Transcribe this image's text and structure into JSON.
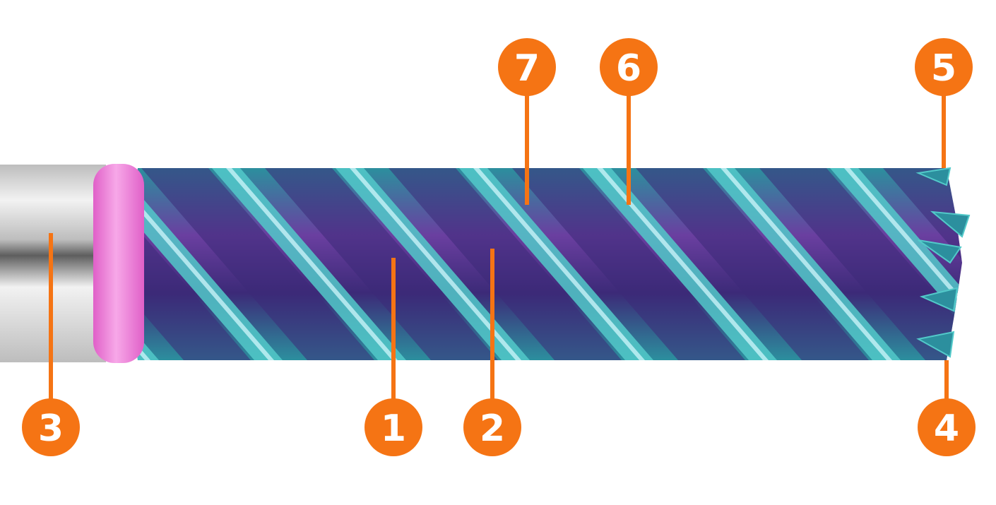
{
  "colors": {
    "callout": "#F57414",
    "callout_text": "#FFFFFF",
    "shank_light": "#F2F2F2",
    "shank_mid": "#BDBDBD",
    "shank_dark": "#5E5E5E",
    "ring": "#E060C8",
    "ring_light": "#F7A8E8",
    "coating_purple": "#6A3FA0",
    "coating_deep": "#3C2A78",
    "coating_cyan": "#52C9C9",
    "coating_teal": "#2C8F9E"
  },
  "callouts": [
    {
      "id": "1",
      "label": "1"
    },
    {
      "id": "2",
      "label": "2"
    },
    {
      "id": "3",
      "label": "3"
    },
    {
      "id": "4",
      "label": "4"
    },
    {
      "id": "5",
      "label": "5"
    },
    {
      "id": "6",
      "label": "6"
    },
    {
      "id": "7",
      "label": "7"
    }
  ]
}
